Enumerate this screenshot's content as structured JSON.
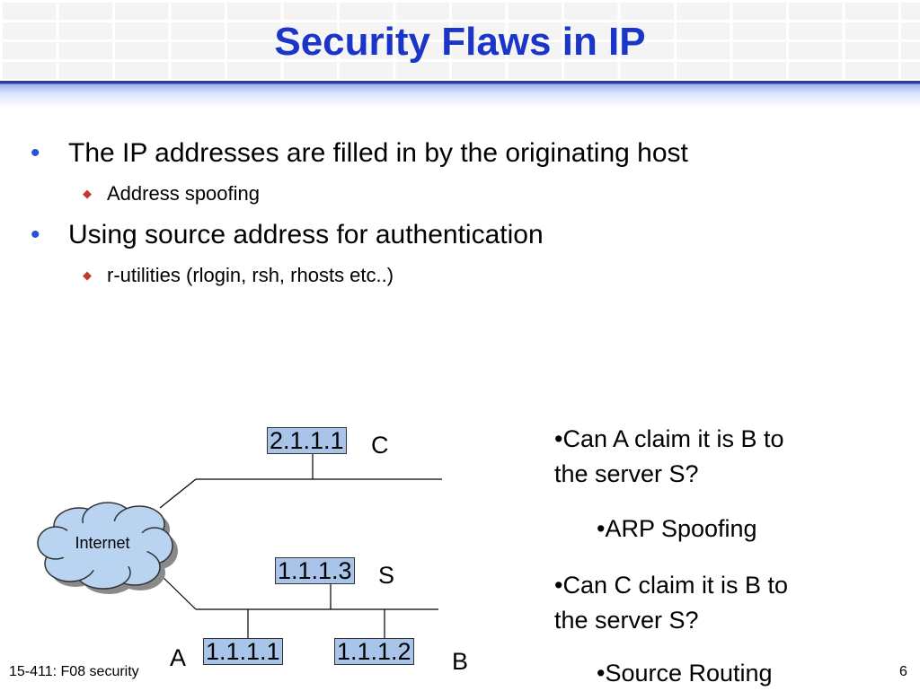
{
  "slide": {
    "title": "Security Flaws in IP",
    "bullets": [
      {
        "text": "The IP addresses are filled in by the originating host",
        "sub": "Address spoofing"
      },
      {
        "text": "Using source address for authentication",
        "sub": "r-utilities (rlogin, rsh, rhosts etc..)"
      }
    ],
    "bullet_symbol": "•",
    "sub_symbol": "◆"
  },
  "diagram": {
    "cloud_label": "Internet",
    "hosts": [
      {
        "address": "2.1.1.1",
        "label": "C"
      },
      {
        "address": "1.1.1.3",
        "label": "S"
      },
      {
        "address": "1.1.1.1",
        "label": "A"
      },
      {
        "address": "1.1.1.2",
        "label": "B"
      }
    ],
    "colors": {
      "address_box": "#a8c4e8",
      "cloud": "#b8d4f0"
    }
  },
  "side_notes": [
    "•Can A claim it is B to",
    "the server S?",
    "•ARP Spoofing",
    "•Can C claim it is B to",
    "the server S?",
    "•Source Routing"
  ],
  "footer": {
    "course": "15-411: F08 security",
    "page": "6"
  },
  "colors": {
    "title": "#1b35c8",
    "bullet": "#2b50d8",
    "sub_bullet": "#c23a2a"
  }
}
